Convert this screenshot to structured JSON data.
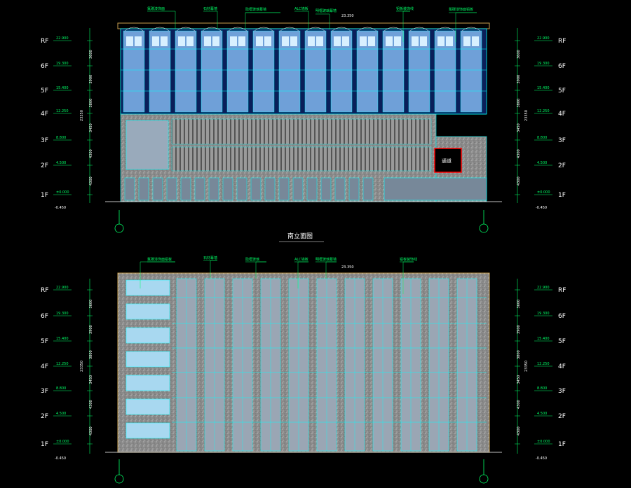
{
  "floors": [
    "RF",
    "6F",
    "5F",
    "4F",
    "3F",
    "2F",
    "1F"
  ],
  "elevations": [
    "22.900",
    "19.300",
    "15.400",
    "12.250",
    "8.800",
    "4.500",
    "±0.000",
    "-0.450"
  ],
  "dims_segments": [
    "3600",
    "3900",
    "3800",
    "3450",
    "4300",
    "4300",
    "4500"
  ],
  "total_dim": "23350",
  "drawing_title": "南立面图",
  "callouts_top": [
    "氟碳漆饰面",
    "石材幕墙",
    "隐框玻璃幕墙",
    "ALC墙板",
    "明框玻璃幕墙",
    "铝板装饰线",
    "氟碳漆饰面铝板"
  ],
  "callouts_bottom": [
    "氟碳漆饰面铝板",
    "石材幕墙",
    "隐框玻璃",
    "ALC墙板",
    "明框玻璃幕墙",
    "铝板装饰线"
  ],
  "roof_dim": "23.350",
  "entrance_label": "通道",
  "colors": {
    "background": "#000000",
    "line": "#00ffff",
    "text": "#ffffff",
    "annotation": "#00ff66",
    "accent": "#ff0000",
    "parapet": "#c8a050"
  }
}
